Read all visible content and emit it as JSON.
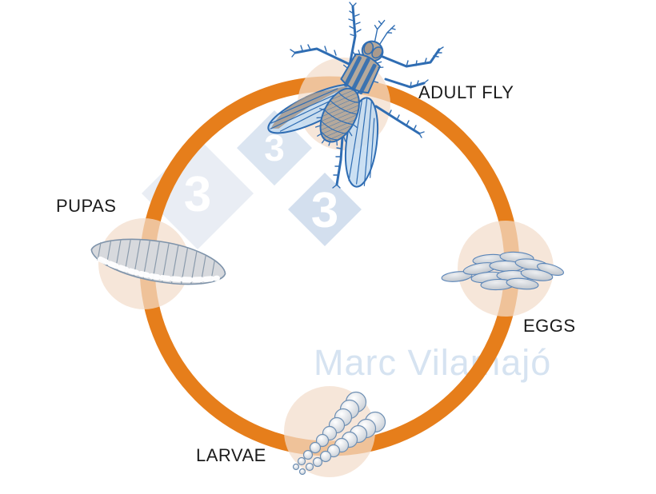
{
  "stages": [
    {
      "id": "adult-fly",
      "label": "ADULT FLY"
    },
    {
      "id": "eggs",
      "label": "EGGS"
    },
    {
      "id": "larvae",
      "label": "LARVAE"
    },
    {
      "id": "pupas",
      "label": "PUPAS"
    }
  ],
  "watermark": {
    "artist": "Marc Vilamajó",
    "logo_digit": "3"
  },
  "colors": {
    "ring": "#e67e1b",
    "label_text": "#1b1b1b",
    "outline_blue": "#2f6db3",
    "body_tan": "#b5a99c",
    "wing_blue": "#c2daf1",
    "stage_halo": "#f2ddcb",
    "diamond_light": "#e9edf4",
    "diamond_mid": "#dbe5f1",
    "diamond_deep": "#d3dfee",
    "logo_digit_color": "#ffffff",
    "watermark_text": "#cdddee",
    "pupa_fill": "#d7d9dd",
    "egg_fill": "#c9ced4",
    "larva_fill": "#dde1e6",
    "gray_blue_stroke": "#7e93aa"
  }
}
